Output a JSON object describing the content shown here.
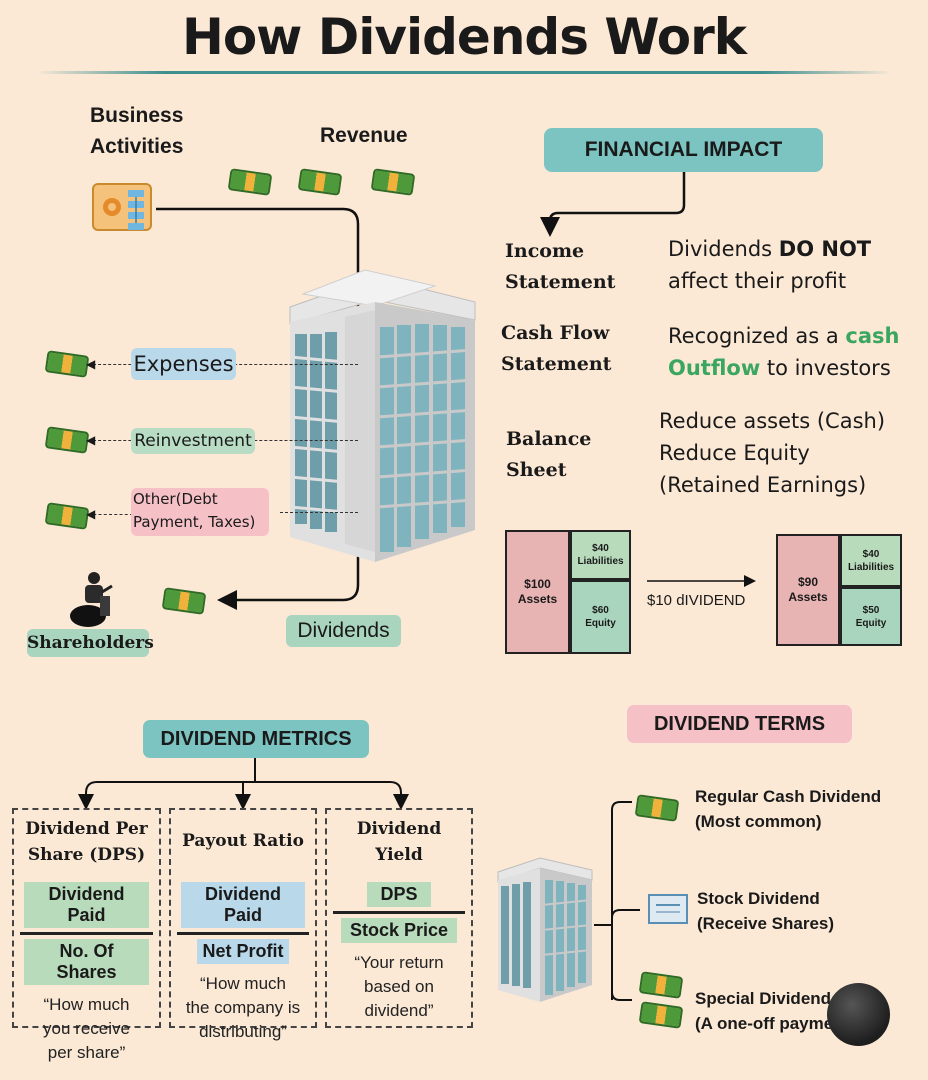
{
  "title": "How Dividends Work",
  "flow": {
    "business_activities": "Business\nActivities",
    "revenue": "Revenue",
    "expenses": "Expenses",
    "reinvestment": "Reinvestment",
    "other": "Other(Debt\nPayment, Taxes)",
    "shareholders": "Shareholders",
    "dividends": "Dividends"
  },
  "financial_impact": {
    "header": "FINANCIAL IMPACT",
    "rows": [
      {
        "label": "Income\nStatement",
        "text_pre": "Dividends ",
        "text_bold": "DO NOT",
        "text_post": "\naffect their profit"
      },
      {
        "label": "Cash Flow\nStatement",
        "text_pre": "Recognized as a ",
        "text_green": "cash\nOutflow",
        "text_post": " to investors"
      },
      {
        "label": "Balance\nSheet",
        "text": "Reduce assets (Cash)\nReduce Equity\n(Retained Earnings)"
      }
    ],
    "balance_sheet": {
      "before": {
        "assets": "$100\nAssets",
        "liabilities": "$40\nLiabilities",
        "equity": "$60\nEquity"
      },
      "arrow_label": "$10 dIVIDEND",
      "after": {
        "assets": "$90\nAssets",
        "liabilities": "$40\nLiabilities",
        "equity": "$50\nEquity"
      }
    }
  },
  "metrics": {
    "header": "DIVIDEND METRICS",
    "items": [
      {
        "title": "Dividend Per\nShare (DPS)",
        "numerator": "Dividend Paid",
        "denominator": "No. Of Shares",
        "quote": "“How much\nyou receive\nper share”"
      },
      {
        "title": "Payout Ratio",
        "numerator": "Dividend Paid",
        "denominator": "Net Profit",
        "quote": "“How much\nthe company is\ndistributing”"
      },
      {
        "title": "Dividend\nYield",
        "numerator": "DPS",
        "denominator": "Stock Price",
        "quote": "“Your return\nbased on\ndividend”"
      }
    ]
  },
  "terms": {
    "header": "DIVIDEND TERMS",
    "items": [
      {
        "label": "Regular Cash Dividend\n(Most common)"
      },
      {
        "label": "Stock Dividend\n(Receive Shares)"
      },
      {
        "label": "Special Dividend\n(A one-off payment)"
      }
    ]
  },
  "colors": {
    "background": "#fbe9d6",
    "teal": "#7cc4c2",
    "pink": "#f6c1c6",
    "green_text": "#3aa660",
    "assets_fill": "#e8b3b3",
    "equity_fill": "#a9d4bd"
  },
  "icons": [
    "gear-flowchart-icon",
    "money-icon",
    "office-building-icon",
    "shareholder-person-icon",
    "stock-certificate-icon"
  ]
}
